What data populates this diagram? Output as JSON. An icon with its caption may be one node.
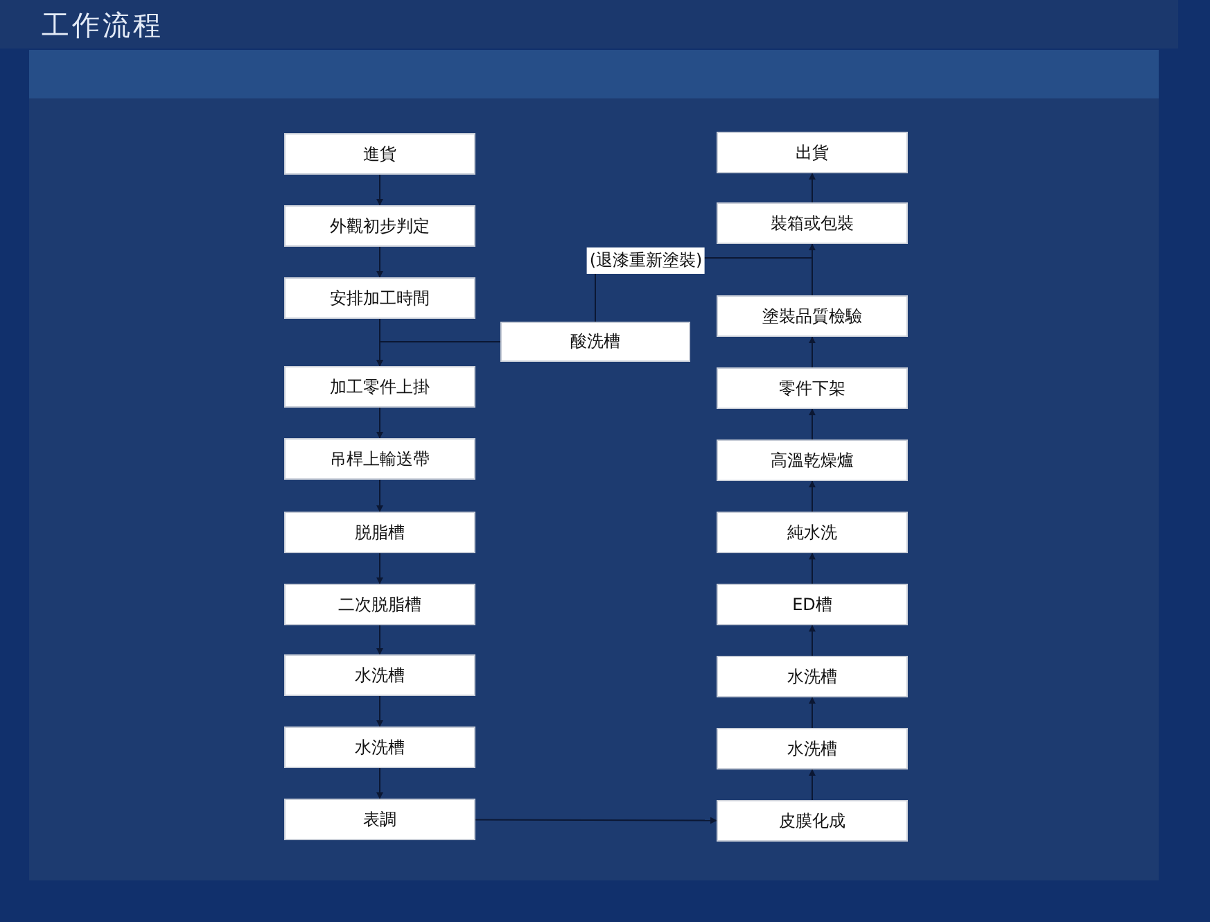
{
  "diagram": {
    "title": "工作流程",
    "nodes": [
      {
        "text": [
          "進貨"
        ]
      },
      {
        "text": [
          "外觀初步判定"
        ]
      },
      {
        "text": [
          "安排加工時間"
        ]
      },
      {
        "text": [
          "加工零件上掛"
        ]
      },
      {
        "text": [
          "吊桿上輸送帶"
        ]
      },
      {
        "text": [
          "脱脂槽"
        ]
      },
      {
        "text": [
          "二次脱脂槽"
        ]
      },
      {
        "text": [
          "水洗槽"
        ]
      },
      {
        "text": [
          "水洗槽"
        ]
      },
      {
        "text": [
          "表調"
        ]
      },
      {
        "text": [
          "皮膜化成"
        ]
      },
      {
        "text": [
          "水洗槽"
        ]
      },
      {
        "text": [
          "水洗槽"
        ]
      },
      {
        "text": [
          "ED槽"
        ]
      },
      {
        "text": [
          "純水洗"
        ]
      },
      {
        "text": [
          "高溫乾燥爐"
        ]
      },
      {
        "text": [
          "零件下架"
        ]
      },
      {
        "text": [
          "塗裝品質檢驗"
        ]
      },
      {
        "text": [
          "裝箱或包裝"
        ]
      },
      {
        "text": [
          "出貨"
        ]
      },
      {
        "text": [
          "酸洗槽"
        ]
      }
    ],
    "edges": [
      {
        "from": 0,
        "to": 1,
        "arrow": "to"
      },
      {
        "from": 1,
        "to": 2,
        "arrow": "to"
      },
      {
        "from": 2,
        "to": 3,
        "arrow": "to"
      },
      {
        "from": 20,
        "to": 3,
        "arrow": "to"
      },
      {
        "from": 3,
        "to": 4,
        "arrow": "to"
      },
      {
        "from": 4,
        "to": 5,
        "arrow": "to"
      },
      {
        "from": 5,
        "to": 6,
        "arrow": "to"
      },
      {
        "from": 6,
        "to": 7,
        "arrow": "to"
      },
      {
        "from": 7,
        "to": 8,
        "arrow": "to"
      },
      {
        "from": 8,
        "to": 9,
        "arrow": "to"
      },
      {
        "from": 9,
        "to": 10,
        "arrow": "to"
      },
      {
        "from": 10,
        "to": 11,
        "arrow": "to"
      },
      {
        "from": 11,
        "to": 12,
        "arrow": "to"
      },
      {
        "from": 12,
        "to": 13,
        "arrow": "to"
      },
      {
        "from": 13,
        "to": 14,
        "arrow": "to"
      },
      {
        "from": 14,
        "to": 15,
        "arrow": "to"
      },
      {
        "from": 15,
        "to": 16,
        "arrow": "to"
      },
      {
        "from": 16,
        "to": 17,
        "arrow": "to"
      },
      {
        "from": 17,
        "to": 18,
        "arrow": "to"
      },
      {
        "from": 18,
        "to": 19,
        "arrow": "to"
      },
      {
        "from": 17,
        "to": 20,
        "label": "(退漆重新塗裝)",
        "arrow": "none"
      }
    ]
  }
}
